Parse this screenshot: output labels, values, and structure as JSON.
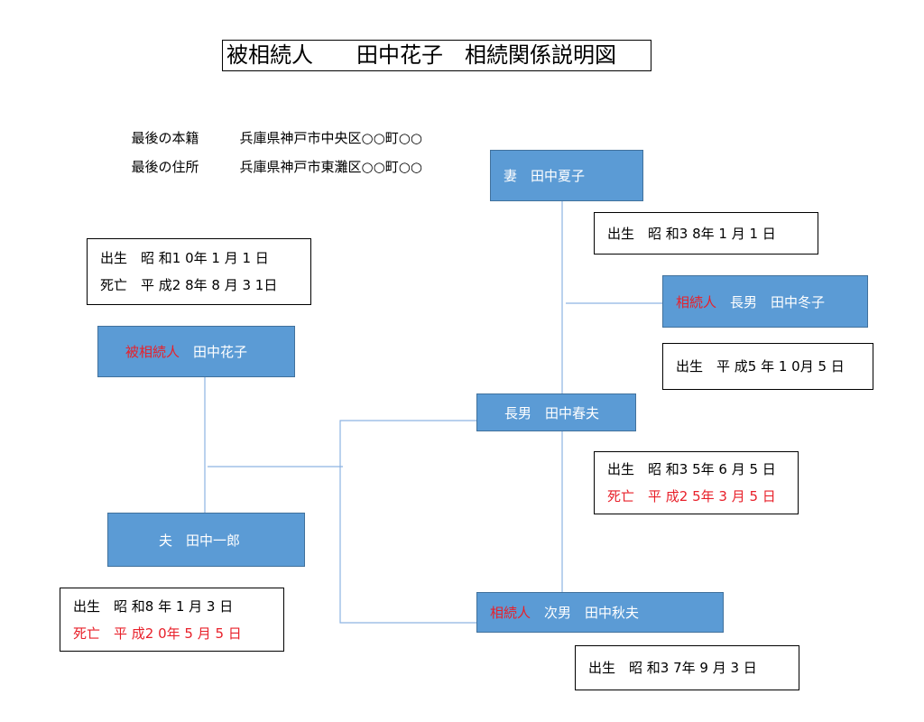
{
  "title": "被相続人　　田中花子　相続関係説明図",
  "info": {
    "honseki_label": "最後の本籍",
    "honseki_value": "兵庫県神戸市中央区○○町○○",
    "jusho_label": "最後の住所",
    "jusho_value": "兵庫県神戸市東灘区○○町○○"
  },
  "people": {
    "hanako": {
      "role": "被相続人",
      "name": "田中花子",
      "birth": "出生　昭 和1 0年 1 月 1 日",
      "death": "死亡　平 成2 8年 8 月 3 1日"
    },
    "ichiro": {
      "name": "夫　田中一郎",
      "birth": "出生　昭 和8 年 1 月 3 日",
      "death": "死亡　平 成2 0年 5 月 5 日"
    },
    "haruo": {
      "name": "長男　田中春夫",
      "birth": "出生　昭 和3 5年 6 月 5 日",
      "death": "死亡　平 成2 5年 3 月 5 日"
    },
    "natsuko": {
      "name": "妻　田中夏子",
      "birth": "出生　昭 和3 8年 1 月 1 日"
    },
    "fuyuko": {
      "role": "相続人",
      "name": "長男　田中冬子",
      "birth": "出生　平 成5 年 1 0月 5 日"
    },
    "akio": {
      "role": "相続人",
      "name": "次男　田中秋夫",
      "birth": "出生　昭 和3 7年 9 月 3 日"
    }
  },
  "colors": {
    "node_fill": "#5b9bd5",
    "node_border": "#41719c",
    "line": "#8db3e2",
    "highlight": "#e8202a"
  }
}
